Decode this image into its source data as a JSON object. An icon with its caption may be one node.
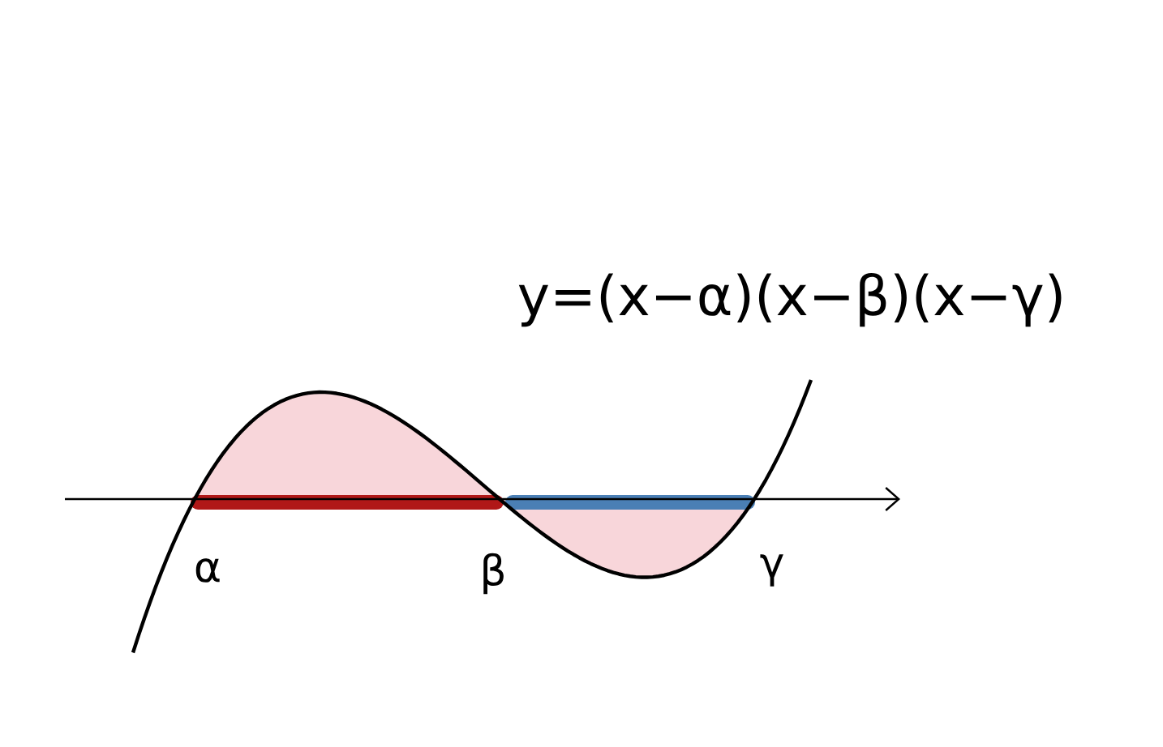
{
  "diagram": {
    "labels": [
      "y=(x−α)(x−β)(x−γ)",
      "α",
      "β",
      "γ"
    ]
  }
}
